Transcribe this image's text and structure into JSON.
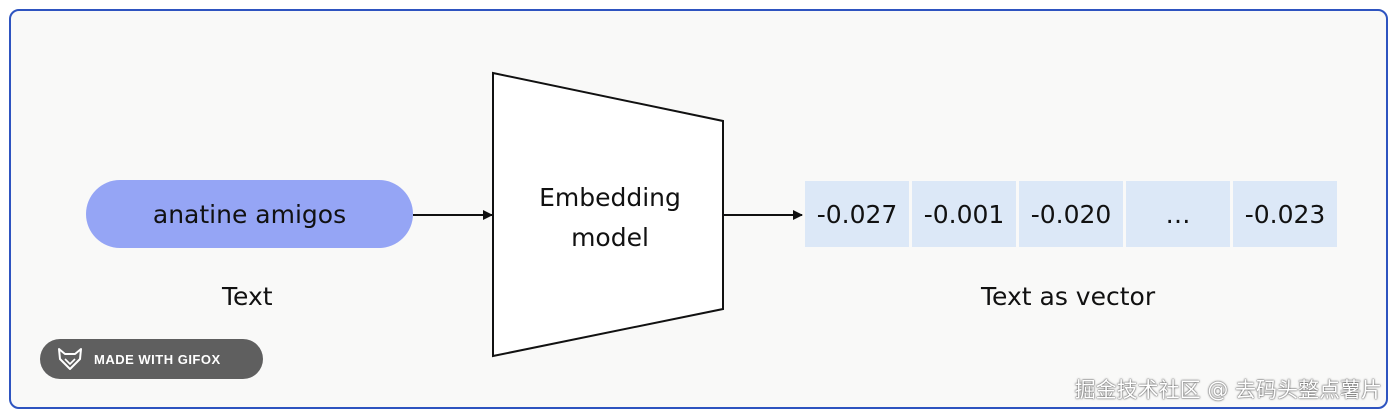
{
  "input": {
    "text": "anatine amigos",
    "caption": "Text",
    "color": "#95a5f5"
  },
  "model": {
    "label_line1": "Embedding",
    "label_line2": "model"
  },
  "output": {
    "values": [
      "-0.027",
      "-0.001",
      "-0.020",
      "…",
      "-0.023"
    ],
    "caption": "Text as vector",
    "cell_color": "#dce8f7"
  },
  "badge": {
    "icon": "fox-icon",
    "text": "MADE WITH GIFOX"
  },
  "watermark": {
    "text": "掘金技术社区 @ 去码头整点薯片"
  },
  "frame": {
    "border_color": "#2e54c0"
  }
}
